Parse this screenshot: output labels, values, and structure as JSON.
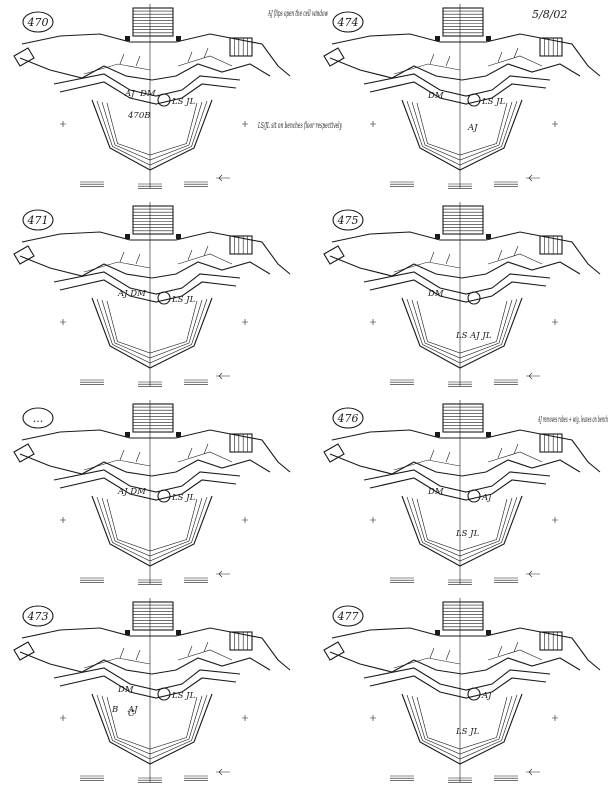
{
  "header": {
    "date": "5/8/02"
  },
  "panels": [
    {
      "number": "470",
      "labels": [
        {
          "text": "AJ",
          "pos": "upper-left"
        },
        {
          "text": "DM",
          "pos": "upper-mid"
        },
        {
          "text": "LS JL",
          "pos": "right"
        },
        {
          "text": "470B",
          "pos": "lower-left"
        }
      ],
      "note": "AJ flips open the cell window",
      "note2": "LS/JL sit on benches floor respectively",
      "circle": "right"
    },
    {
      "number": "474",
      "labels": [
        {
          "text": "DM",
          "pos": "mid"
        },
        {
          "text": "LS JL",
          "pos": "right"
        },
        {
          "text": "AJ",
          "pos": "lower-right"
        }
      ],
      "note": "",
      "note2": "",
      "circle": "right"
    },
    {
      "number": "471",
      "labels": [
        {
          "text": "AJ DM",
          "pos": "mid"
        },
        {
          "text": "LS JL",
          "pos": "right"
        }
      ],
      "note": "",
      "note2": "",
      "circle": "right"
    },
    {
      "number": "475",
      "labels": [
        {
          "text": "DM",
          "pos": "mid"
        },
        {
          "text": "LS AJ JL",
          "pos": "lower"
        }
      ],
      "note": "",
      "note2": "",
      "circle": "right"
    },
    {
      "number": "...",
      "labels": [
        {
          "text": "AJ DM",
          "pos": "mid"
        },
        {
          "text": "LS JL",
          "pos": "right"
        }
      ],
      "note": "",
      "note2": "",
      "circle": "right"
    },
    {
      "number": "476",
      "labels": [
        {
          "text": "DM",
          "pos": "mid"
        },
        {
          "text": "AJ",
          "pos": "right"
        },
        {
          "text": "LS JL",
          "pos": "lower"
        }
      ],
      "note": "AJ removes robes + wig, leaves on bench",
      "note2": "",
      "circle": "right"
    },
    {
      "number": "473",
      "labels": [
        {
          "text": "DM",
          "pos": "mid"
        },
        {
          "text": "LS JL",
          "pos": "right"
        },
        {
          "text": "AJ",
          "pos": "lower-left"
        },
        {
          "text": "B",
          "pos": "lower-left2"
        },
        {
          "text": "C",
          "pos": "lower-left3"
        }
      ],
      "note": "",
      "note2": "",
      "circle": "right"
    },
    {
      "number": "477",
      "labels": [
        {
          "text": "AJ",
          "pos": "right"
        },
        {
          "text": "LS JL",
          "pos": "lower"
        }
      ],
      "note": "",
      "note2": "",
      "circle": "right"
    }
  ]
}
